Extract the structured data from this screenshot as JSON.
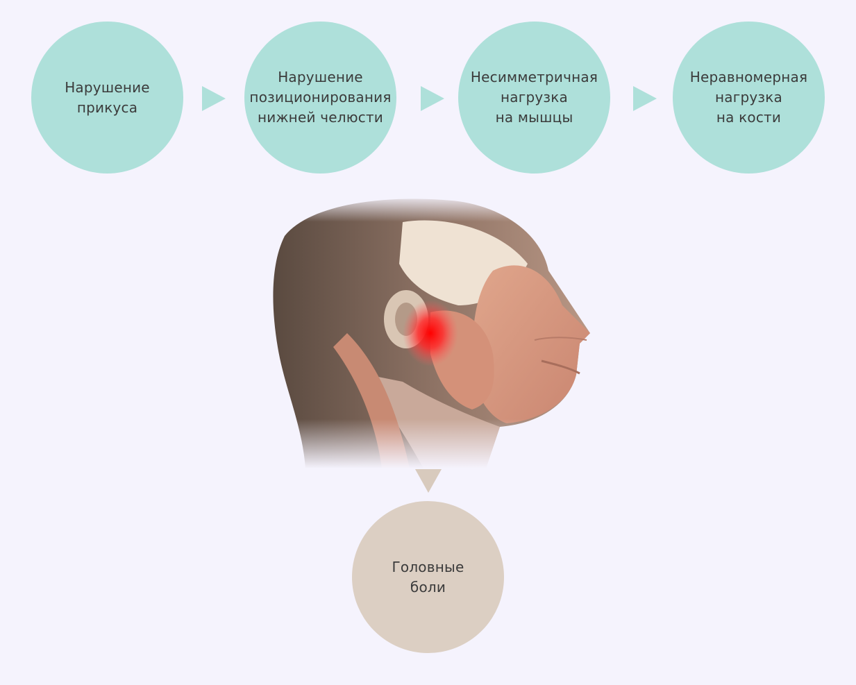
{
  "steps": [
    {
      "label": "Нарушение\nприкуса"
    },
    {
      "label": "Нарушение\nпозиционирования\nнижней челюсти"
    },
    {
      "label": "Несимметричная\nнагрузка\nна мышцы"
    },
    {
      "label": "Неравномерная\nнагрузка\nна кости"
    }
  ],
  "result": {
    "label": "Головные\nболи"
  },
  "colors": {
    "step_fill": "#aee0da",
    "result_fill": "#dccfc3",
    "pain_highlight": "#ff1a1a",
    "background": "#f5f3fd"
  },
  "image": {
    "icon": "head-anatomy-muscles-illustration"
  }
}
